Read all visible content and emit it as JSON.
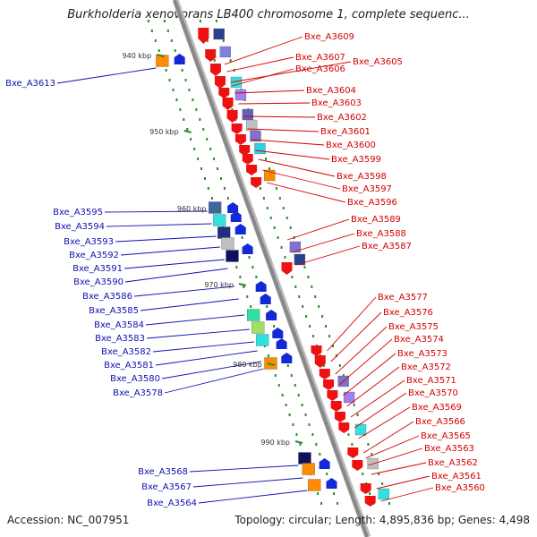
{
  "title": "Burkholderia xenovorans LB400 chromosome 1, complete sequenc...",
  "footer": {
    "accession": "Accession: NC_007951",
    "topology": "Topology: circular; Length: 4,895,836 bp; Genes: 4,498"
  },
  "ticks": [
    "940 kbp",
    "950 kbp",
    "960 kbp",
    "970 kbp",
    "980 kbp",
    "990 kbp"
  ],
  "colors": {
    "backbone": "#888888",
    "plus_strand_label": "#d40000",
    "minus_strand_label": "#1010b0",
    "tick": "#2a8a2a"
  },
  "genes_right": [
    "Bxe_A3609",
    "Bxe_A3607",
    "Bxe_A3605",
    "Bxe_A3606",
    "Bxe_A3604",
    "Bxe_A3603",
    "Bxe_A3602",
    "Bxe_A3601",
    "Bxe_A3600",
    "Bxe_A3599",
    "Bxe_A3598",
    "Bxe_A3597",
    "Bxe_A3596",
    "Bxe_A3589",
    "Bxe_A3588",
    "Bxe_A3587",
    "Bxe_A3577",
    "Bxe_A3576",
    "Bxe_A3575",
    "Bxe_A3574",
    "Bxe_A3573",
    "Bxe_A3572",
    "Bxe_A3571",
    "Bxe_A3570",
    "Bxe_A3569",
    "Bxe_A3566",
    "Bxe_A3565",
    "Bxe_A3563",
    "Bxe_A3562",
    "Bxe_A3561",
    "Bxe_A3560"
  ],
  "genes_left": [
    "Bxe_A3613",
    "Bxe_A3595",
    "Bxe_A3594",
    "Bxe_A3593",
    "Bxe_A3592",
    "Bxe_A3591",
    "Bxe_A3590",
    "Bxe_A3586",
    "Bxe_A3585",
    "Bxe_A3584",
    "Bxe_A3583",
    "Bxe_A3582",
    "Bxe_A3581",
    "Bxe_A3580",
    "Bxe_A3578",
    "Bxe_A3568",
    "Bxe_A3567",
    "Bxe_A3564"
  ]
}
